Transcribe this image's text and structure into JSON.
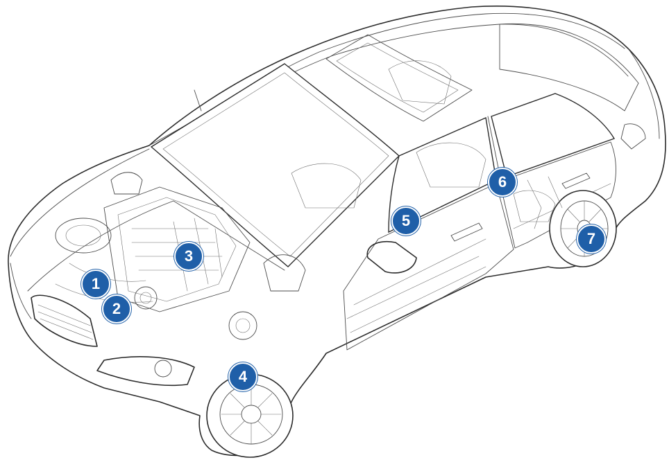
{
  "callouts": [
    {
      "label": "1"
    },
    {
      "label": "2"
    },
    {
      "label": "3"
    },
    {
      "label": "4"
    },
    {
      "label": "5"
    },
    {
      "label": "6"
    },
    {
      "label": "7"
    }
  ],
  "colors": {
    "marker_fill": "#1f5fa8",
    "marker_text": "#ffffff",
    "line_art": "#2b2b2b",
    "background": "#ffffff"
  }
}
